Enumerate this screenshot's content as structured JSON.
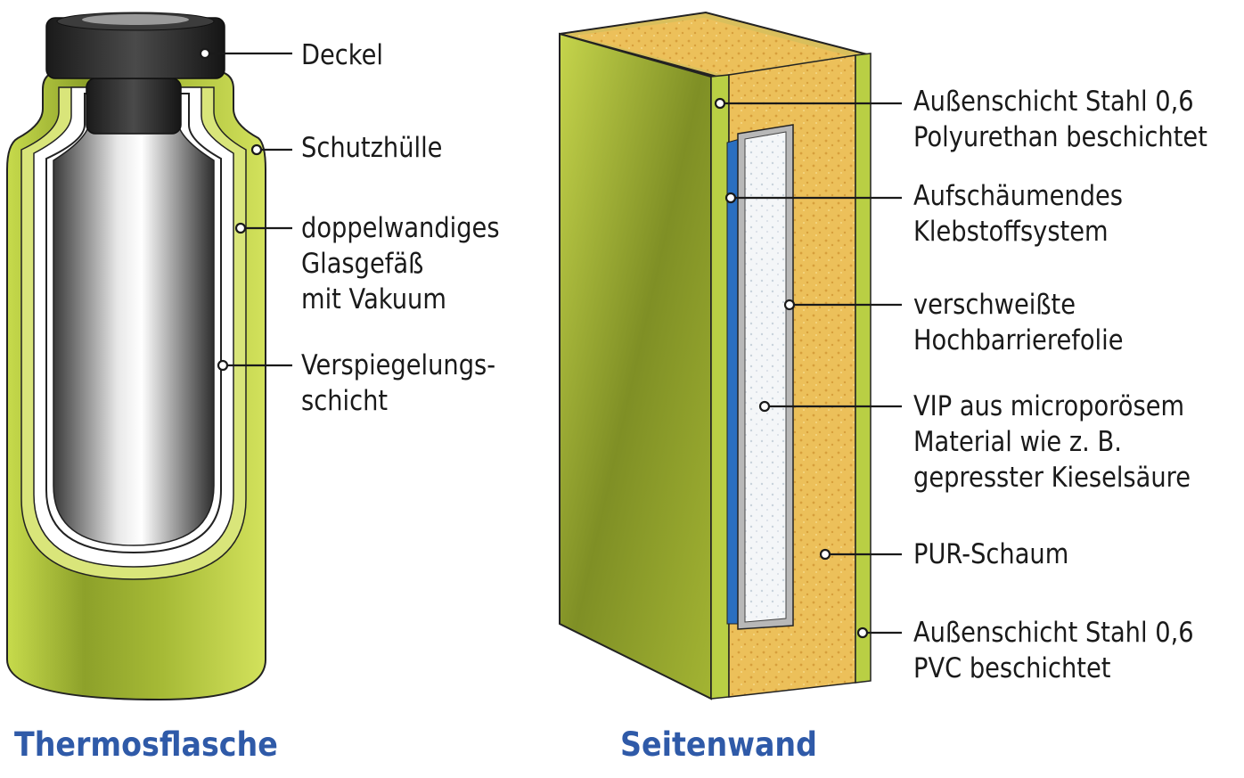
{
  "thermos": {
    "caption": "Thermosflasche",
    "labels": {
      "deckel": "Deckel",
      "schutzhuelle": "Schutzhülle",
      "glas_1": "doppelwandiges",
      "glas_2": "Glasgefäß",
      "glas_3": "mit Vakuum",
      "verspiegel_1": "Verspiegelungs-",
      "verspiegel_2": "schicht"
    }
  },
  "wall": {
    "caption": "Seitenwand",
    "labels": {
      "aussen_oben_1": "Außenschicht Stahl 0,6",
      "aussen_oben_2": "Polyurethan beschichtet",
      "kleb_1": "Aufschäumendes",
      "kleb_2": "Klebstoffsystem",
      "folie_1": "verschweißte",
      "folie_2": "Hochbarrierefolie",
      "vip_1": "VIP aus microporösem",
      "vip_2": "Material wie z. B.",
      "vip_3": "gepresster Kieselsäure",
      "pur": "PUR-Schaum",
      "aussen_unten_1": "Außenschicht Stahl 0,6",
      "aussen_unten_2": "PVC beschichtet"
    }
  },
  "colors": {
    "shell_green": "#b9cf44",
    "shell_light": "#d6e36a",
    "foam": "#ecc05a",
    "vip_blue": "#2a6fc0",
    "caption_blue": "#2f5aa8"
  }
}
